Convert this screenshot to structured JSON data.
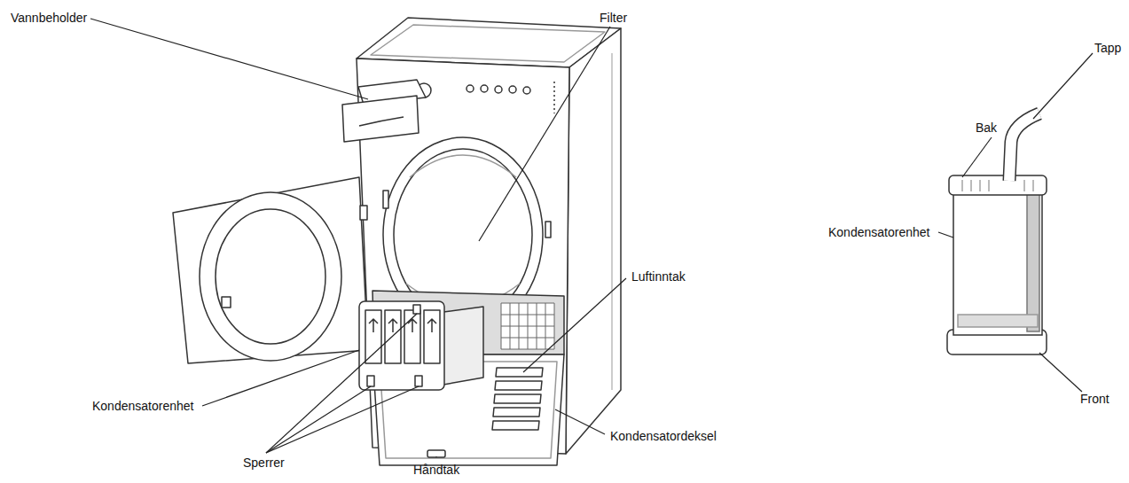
{
  "diagram": {
    "labels": [
      "Vannbeholder",
      "Filter",
      "Kondensatorenhet",
      "Sperrer",
      "Håndtak",
      "Kondensatordeksel",
      "Luftinntak",
      "Tapp",
      "Bak",
      "Kondensatorenhet",
      "Front"
    ]
  }
}
